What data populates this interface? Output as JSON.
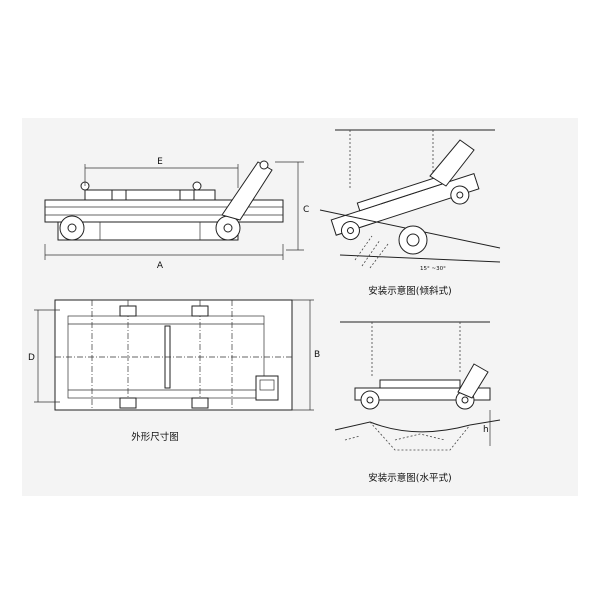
{
  "panel": {
    "background": "#f4f4f4",
    "line_color": "#222222"
  },
  "front_view": {
    "dim_a": "A",
    "dim_c": "C",
    "dim_e": "E"
  },
  "top_view": {
    "dim_b": "B",
    "dim_d": "D",
    "caption": "外形尺寸图"
  },
  "inclined_install": {
    "angle_label": "15° ~30°",
    "caption": "安装示意图(倾斜式)"
  },
  "horizontal_install": {
    "dim_h": "h",
    "caption": "安装示意图(水平式)"
  }
}
